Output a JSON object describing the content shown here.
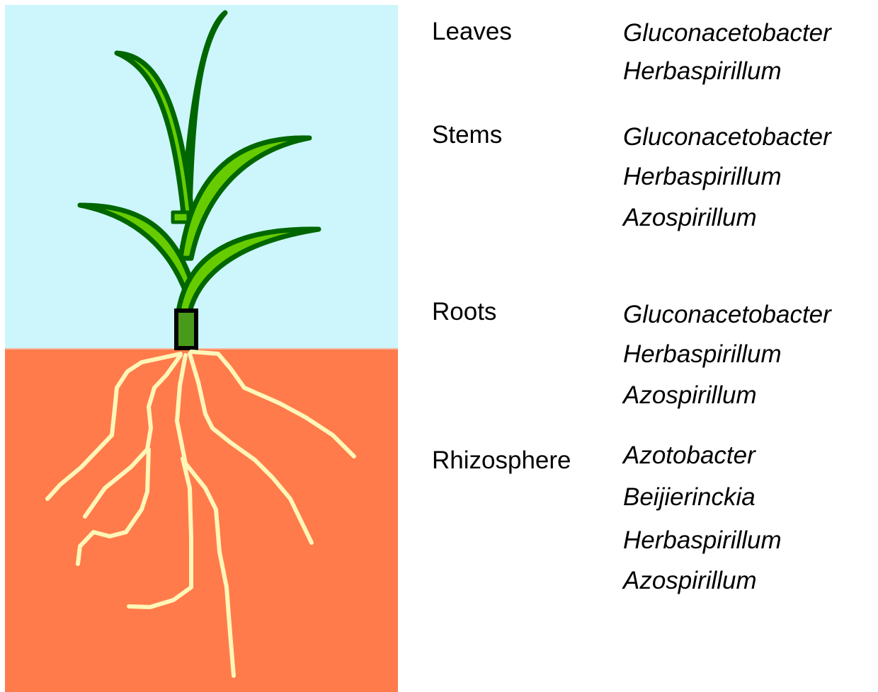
{
  "colors": {
    "sky": "#ccf6fc",
    "soil": "#ff7b4b",
    "leaf_fill": "#66cc00",
    "leaf_outline": "#006600",
    "root": "#fff6b8",
    "stem_base": "#4a9a1a"
  },
  "rows": [
    {
      "organ": "Leaves",
      "bacteria": [
        "Gluconacetobacter",
        "Herbaspirillum"
      ]
    },
    {
      "organ": "Stems",
      "bacteria": [
        "Gluconacetobacter",
        "Herbaspirillum",
        "Azospirillum"
      ]
    },
    {
      "organ": "Roots",
      "bacteria": [
        "Gluconacetobacter",
        "Herbaspirillum",
        "Azospirillum"
      ]
    },
    {
      "organ": "Rhizosphere",
      "bacteria": [
        "Azotobacter",
        "Beijierinckia",
        "Herbaspirillum",
        "Azospirillum"
      ]
    }
  ]
}
